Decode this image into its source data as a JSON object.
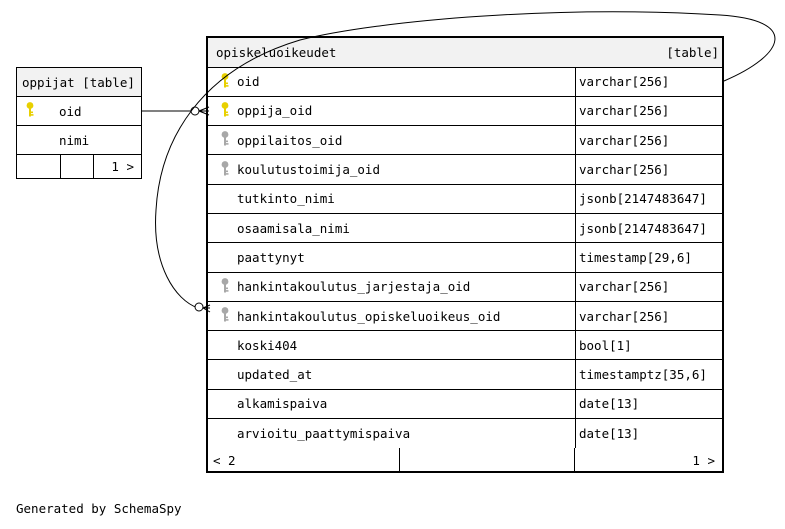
{
  "oppijat": {
    "header": "oppijat [table]",
    "columns": [
      {
        "name": "oid",
        "key": "primary"
      },
      {
        "name": "nimi",
        "key": "none"
      }
    ],
    "footer_right": "1 >"
  },
  "opiskeluoikeudet": {
    "name": "opiskeluoikeudet",
    "tag": "[table]",
    "columns": [
      {
        "name": "oid",
        "type": "varchar[256]",
        "key": "primary"
      },
      {
        "name": "oppija_oid",
        "type": "varchar[256]",
        "key": "primary"
      },
      {
        "name": "oppilaitos_oid",
        "type": "varchar[256]",
        "key": "foreign"
      },
      {
        "name": "koulutustoimija_oid",
        "type": "varchar[256]",
        "key": "foreign"
      },
      {
        "name": "tutkinto_nimi",
        "type": "jsonb[2147483647]",
        "key": "none"
      },
      {
        "name": "osaamisala_nimi",
        "type": "jsonb[2147483647]",
        "key": "none"
      },
      {
        "name": "paattynyt",
        "type": "timestamp[29,6]",
        "key": "none"
      },
      {
        "name": "hankintakoulutus_jarjestaja_oid",
        "type": "varchar[256]",
        "key": "foreign"
      },
      {
        "name": "hankintakoulutus_opiskeluoikeus_oid",
        "type": "varchar[256]",
        "key": "foreign"
      },
      {
        "name": "koski404",
        "type": "bool[1]",
        "key": "none"
      },
      {
        "name": "updated_at",
        "type": "timestamptz[35,6]",
        "key": "none"
      },
      {
        "name": "alkamispaiva",
        "type": "date[13]",
        "key": "none"
      },
      {
        "name": "arvioitu_paattymispaiva",
        "type": "date[13]",
        "key": "none"
      }
    ],
    "footer_left": "< 2",
    "footer_right": "1 >"
  },
  "generated_by": "Generated by SchemaSpy",
  "colors": {
    "primary_key": "#e8d000",
    "foreign_key": "#a8a8a8",
    "header_bg": "#f2f2f2"
  }
}
